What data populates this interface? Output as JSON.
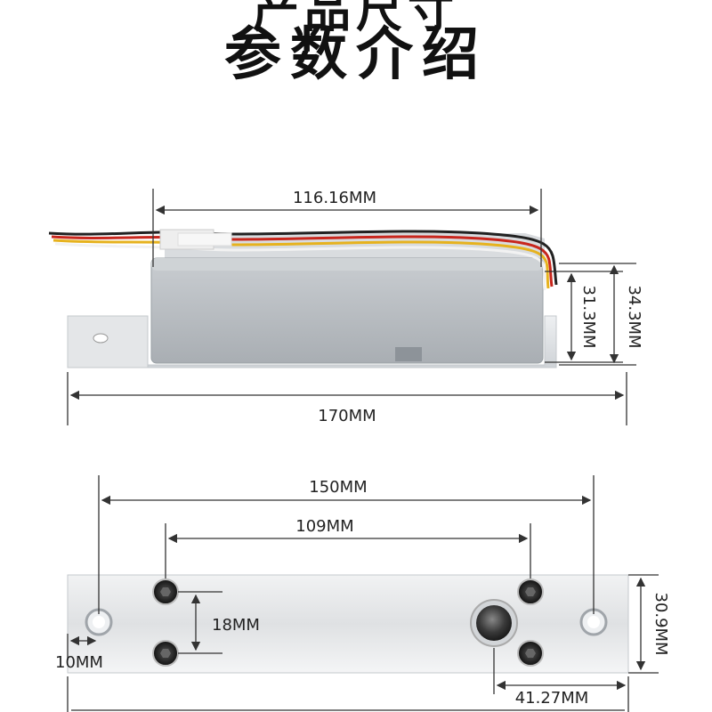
{
  "heading": {
    "title_cut": "产品尺寸",
    "title": "参数介绍"
  },
  "dimensions": {
    "body_width": "116.16MM",
    "body_height": "31.3MM",
    "total_height": "34.3MM",
    "total_length": "170MM",
    "hole_spacing": "150MM",
    "screw_spacing": "109MM",
    "screw_vertical": "18MM",
    "edge_offset": "10MM",
    "plate_width": "30.9MM",
    "bolt_offset": "41.27MM"
  },
  "colors": {
    "dimension_line": "#333333",
    "plate": "#dcdfe2",
    "housing": "#b9bec3",
    "wire_red": "#c8261d",
    "wire_yellow": "#e6b21e",
    "wire_white": "#f2f2f2",
    "wire_black": "#222222"
  }
}
